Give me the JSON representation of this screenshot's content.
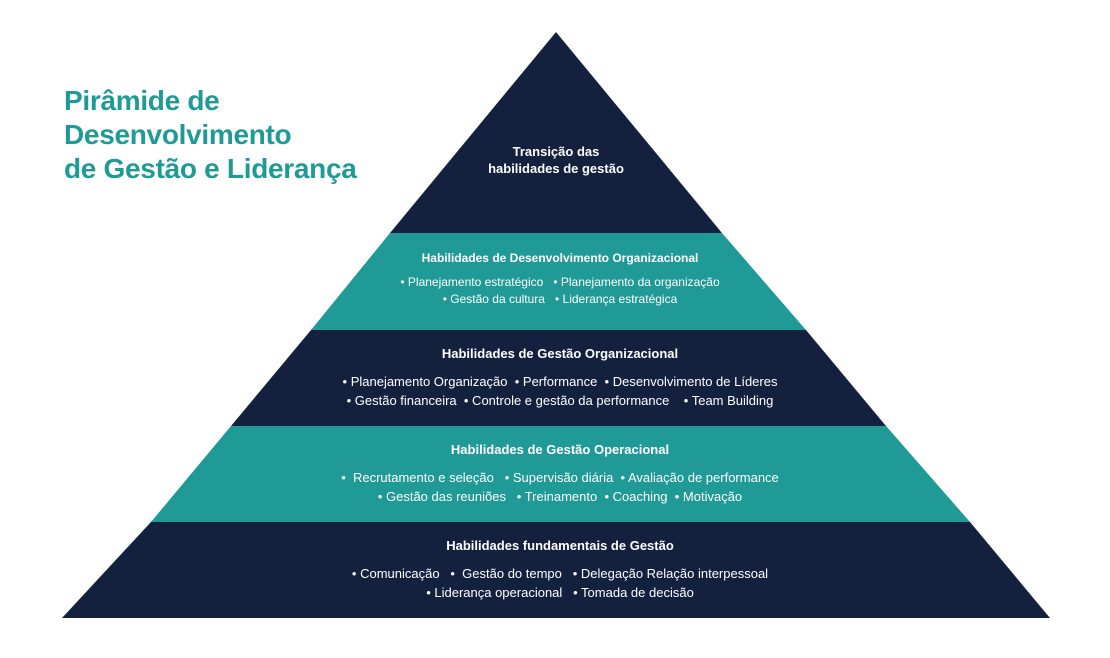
{
  "title_lines": [
    "Pirâmide de",
    "Desenvolvimento",
    "de Gestão e Liderança"
  ],
  "colors": {
    "navy": "#13213f",
    "teal": "#1f9a96",
    "title": "#1f9a96",
    "text": "#ffffff"
  },
  "layers": [
    {
      "title_lines": [
        "Transição das",
        "habilidades de gestão"
      ]
    },
    {
      "title": "Habilidades de Desenvolvimento Organizacional",
      "lines": [
        "• Planejamento estratégico   • Planejamento da organização",
        "• Gestão da cultura   • Liderança estratégica"
      ]
    },
    {
      "title": "Habilidades de Gestão Organizacional",
      "lines": [
        "• Planejamento Organização  • Performance  • Desenvolvimento de Líderes",
        "• Gestão financeira  • Controle e gestão da performance    • Team Building"
      ]
    },
    {
      "title": "Habilidades de Gestão Operacional",
      "lines": [
        "•  Recrutamento e seleção   • Supervisão diária  • Avaliação de performance",
        "• Gestão das reuniões   • Treinamento  • Coaching  • Motivação"
      ]
    },
    {
      "title": "Habilidades fundamentais de Gestão",
      "lines": [
        "• Comunicação   •  Gestão do tempo   • Delegação Relação interpessoal",
        "• Liderança operacional   • Tomada de decisão"
      ]
    }
  ]
}
